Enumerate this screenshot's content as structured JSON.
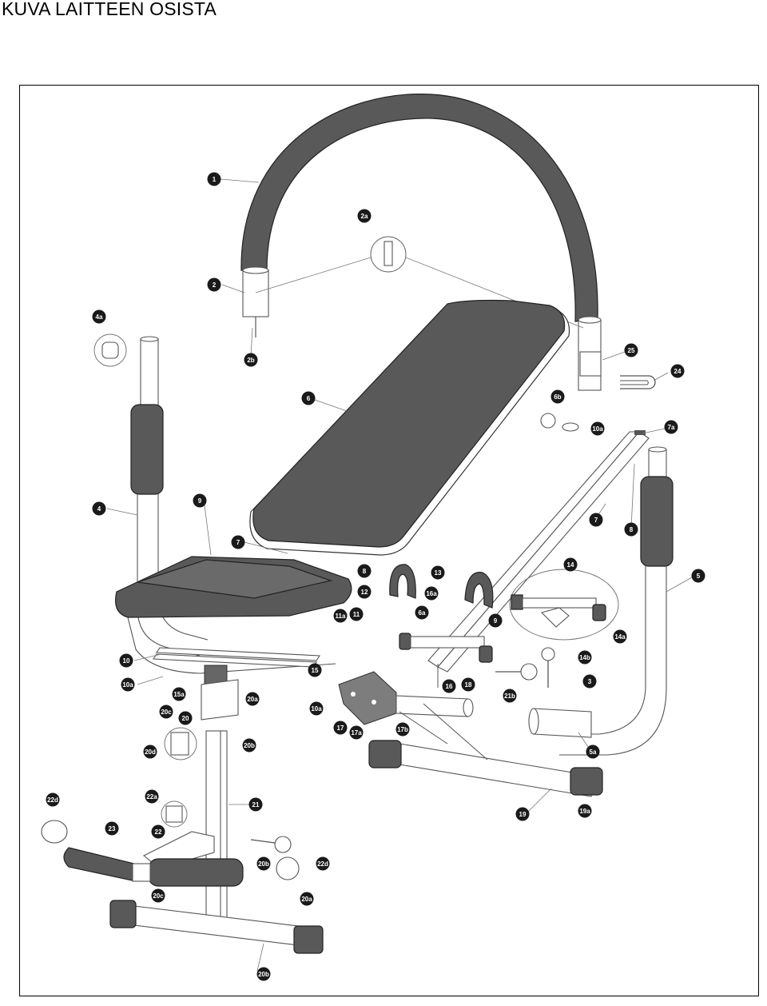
{
  "title": "KUVA LAITTEEN OSISTA",
  "colors": {
    "pad": "#595959",
    "callout": "#1a1a1a",
    "frame": "#000000"
  },
  "callouts": {
    "c1": "1",
    "c2": "2",
    "c2a": "2a",
    "c2b": "2b",
    "c3": "3",
    "c4": "4",
    "c4a": "4a",
    "c5": "5",
    "c5a": "5a",
    "c6": "6",
    "c6a": "6a",
    "c6b": "6b",
    "c7l": "7",
    "c7r": "7",
    "c7a": "7a",
    "c8l": "8",
    "c8r": "8",
    "c9": "9",
    "c9b": "9",
    "c10": "10",
    "c10a1": "10a",
    "c10a2": "10a",
    "c10a3": "10a",
    "c11": "11",
    "c11a": "11a",
    "c12": "12",
    "c13": "13",
    "c14": "14",
    "c14a": "14a",
    "c14b": "14b",
    "c15": "15",
    "c15a": "15a",
    "c16": "16",
    "c16a": "16a",
    "c17": "17",
    "c17a": "17a",
    "c17b": "17b",
    "c18": "18",
    "c19": "19",
    "c19a": "19a",
    "c20": "20",
    "c20a1": "20a",
    "c20a2": "20a",
    "c20b1": "20b",
    "c20b2": "20b",
    "c20c1": "20c",
    "c20c2": "20c",
    "c20d": "20d",
    "c20e": "20b",
    "c21": "21",
    "c21b": "21b",
    "c22": "22",
    "c22a": "22a",
    "c22d1": "22d",
    "c22d2": "22d",
    "c23": "23",
    "c24": "24",
    "c25": "25"
  }
}
